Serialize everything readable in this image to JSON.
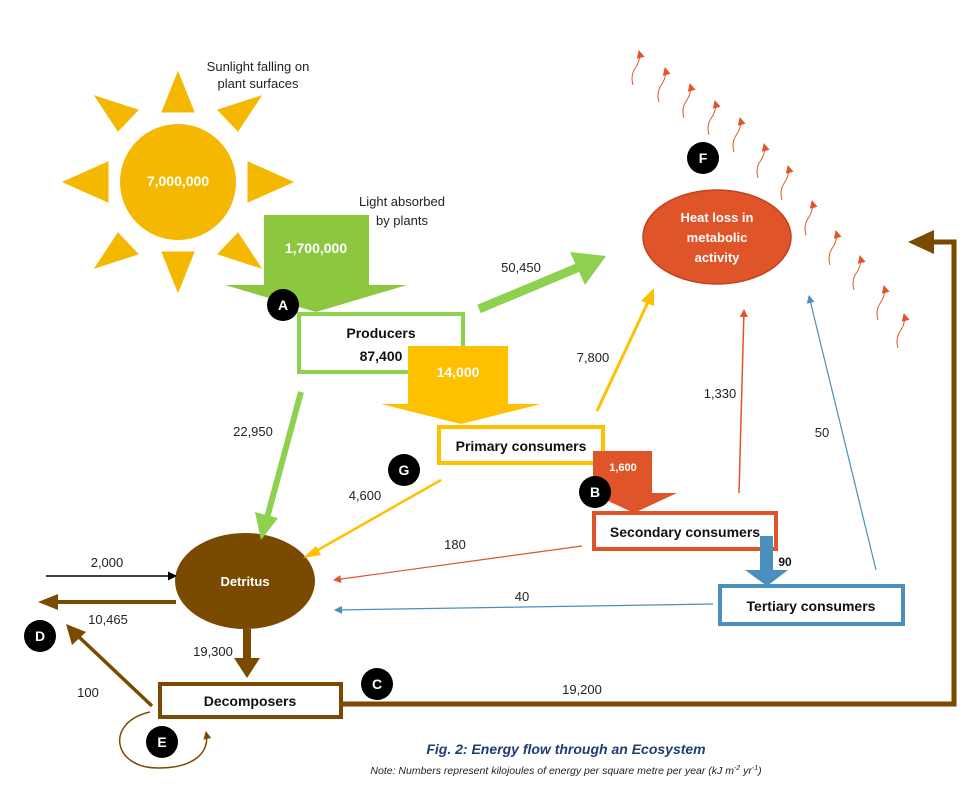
{
  "sun": {
    "value": "7,000,000",
    "caption_line1": "Sunlight falling on",
    "caption_line2": "plant surfaces",
    "color": "#f5b800"
  },
  "light_absorbed": {
    "value": "1,700,000",
    "caption_line1": "Light absorbed",
    "caption_line2": "by plants",
    "color": "#8dc63f"
  },
  "nodes": {
    "producers": {
      "title": "Producers",
      "value": "87,400",
      "color": "#8ed14f"
    },
    "primary": {
      "title": "Primary consumers",
      "color": "#ffc000"
    },
    "secondary": {
      "title": "Secondary consumers",
      "color": "#e0542a"
    },
    "tertiary": {
      "title": "Tertiary consumers",
      "color": "#4a8fbd"
    },
    "detritus": {
      "title": "Detritus",
      "color": "#7a4a00"
    },
    "decomposers": {
      "title": "Decomposers",
      "color": "#7a4a00"
    },
    "heat": {
      "line1": "Heat loss in",
      "line2": "metabolic",
      "line3": "activity",
      "color": "#e0542a"
    }
  },
  "transfers": {
    "producers_to_primary": "14,000",
    "primary_to_secondary": "1,600",
    "secondary_to_tertiary": "90"
  },
  "flows": {
    "producers_heat": "50,450",
    "primary_heat": "7,800",
    "secondary_heat": "1,330",
    "tertiary_heat": "50",
    "producers_detritus": "22,950",
    "primary_detritus": "4,600",
    "secondary_detritus": "180",
    "tertiary_detritus": "40",
    "import_detritus": "2,000",
    "export_detritus": "10,465",
    "detritus_decomposers": "19,300",
    "decomposers_export": "100",
    "decomposers_heat": "19,200"
  },
  "markers": [
    "A",
    "B",
    "C",
    "D",
    "E",
    "F",
    "G"
  ],
  "figure": {
    "caption": "Fig. 2: Energy flow through an Ecosystem",
    "note_prefix": "Note: Numbers represent kilojoules of energy per square metre per year (kJ m",
    "note_sup1": "-2",
    "note_mid": " yr",
    "note_sup2": "-1",
    "note_suffix": ")"
  }
}
